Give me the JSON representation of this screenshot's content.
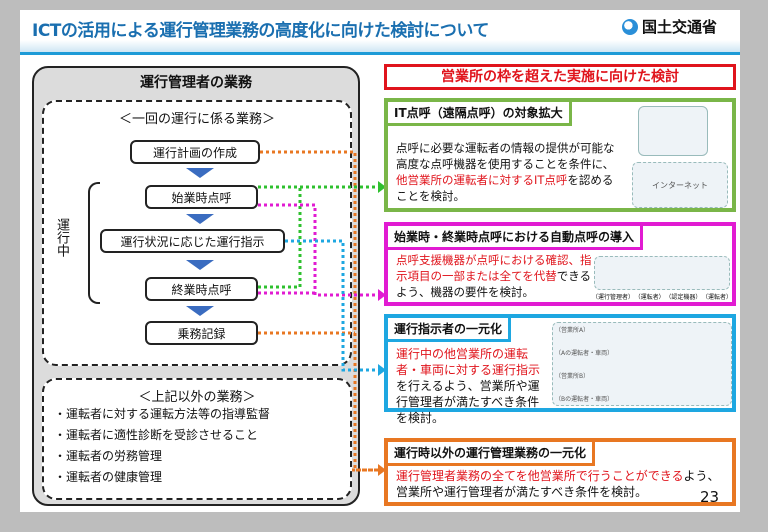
{
  "header": {
    "title": "ICTの活用による運行管理業務の高度化に向けた検討について",
    "logo_text": "国土交通省"
  },
  "left": {
    "heading": "運行管理者の業務",
    "group1_title": "＜一回の運行に係る業務＞",
    "steps": [
      "運行計画の作成",
      "始業時点呼",
      "運行状況に応じた運行指示",
      "終業時点呼",
      "乗務記録"
    ],
    "bracket_label": "運行中",
    "group2_title": "＜上記以外の業務＞",
    "other_tasks": [
      "・運転者に対する運転方法等の指導監督",
      "・運転者に適性診断を受診させること",
      "・運転者の労務管理",
      "・運転者の健康管理"
    ]
  },
  "right": {
    "heading": "営業所の枠を超えた実施に向けた検討",
    "cards": [
      {
        "title": "IT点呼（遠隔点呼）の対象拡大",
        "text_a": "点呼に必要な運転者の情報の提供が可能な高度な点呼機器を使用することを条件に、",
        "text_red": "他営業所の運転者に対するIT点呼",
        "text_b": "を認めることを検討。",
        "image_label": "インターネット",
        "color": "#7ab648"
      },
      {
        "title": "始業時・終業時点呼における自動点呼の導入",
        "text_red": "点呼支援機器が点呼における確認、指示項目の一部または全てを代替",
        "text_b": "できるよう、機器の要件を検討。",
        "image_labels": [
          "（運行管理者）",
          "（運転者）",
          "（認定機器）",
          "（運転者）"
        ],
        "color": "#e11bd2"
      },
      {
        "title": "運行指示者の一元化",
        "text_red": "運行中の他営業所の運転者・車両に対する運行指示",
        "text_b": "を行えるよう、営業所や運行管理者が満たすべき条件を検討。",
        "image_labels": [
          "（営業所A）",
          "（Aの運転者・車両）",
          "（営業所B）",
          "（Bの運転者・車両）"
        ],
        "color": "#1ea7e1"
      },
      {
        "title": "運行時以外の運行管理業務の一元化",
        "text_red": "運行管理者業務の全てを他営業所で行うことができる",
        "text_b": "よう、営業所や運行管理者が満たすべき条件を検討。",
        "color": "#e87722"
      }
    ]
  },
  "page_number": "23"
}
